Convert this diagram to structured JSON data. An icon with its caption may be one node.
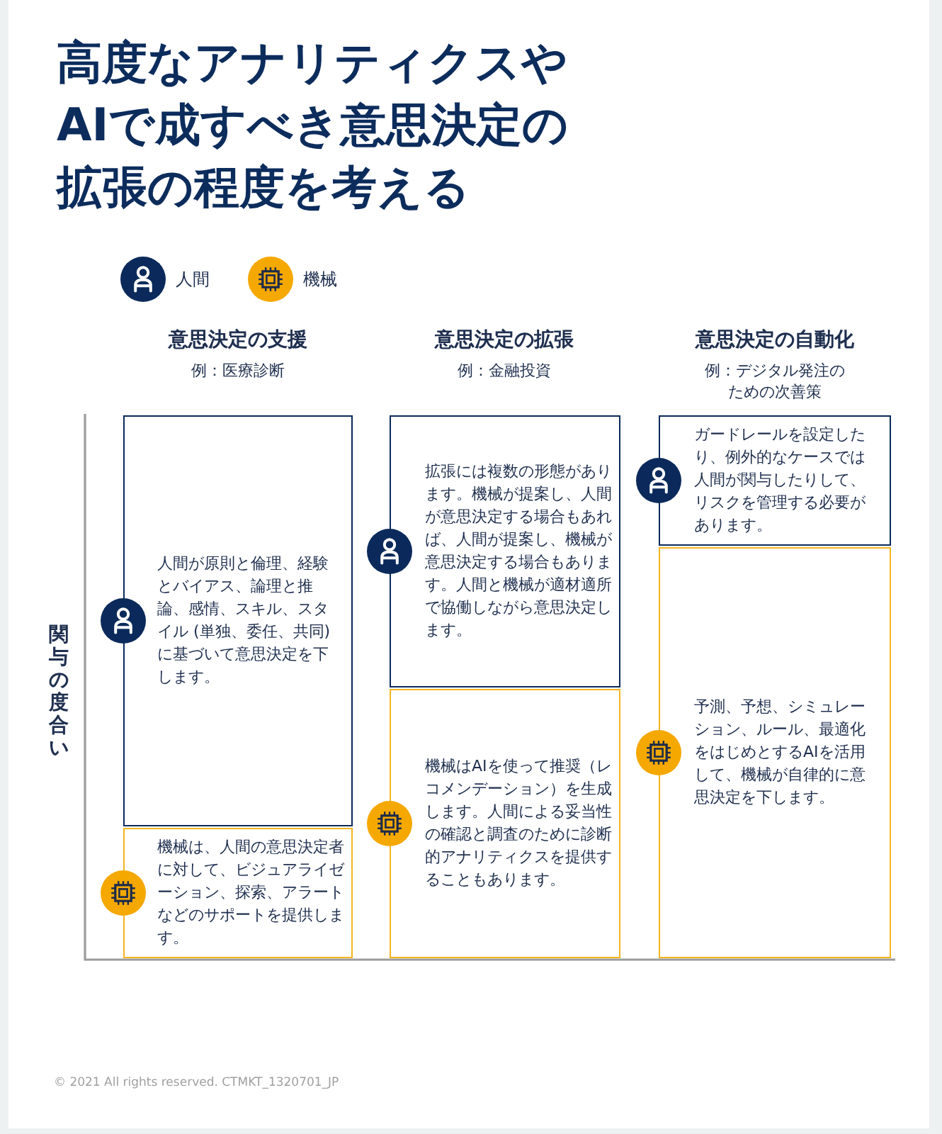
{
  "diagram": {
    "title": "高度なアナリティクスやAIで成すべき意思決定の拡張の程度を考える",
    "nodes": [
      {
        "text": [
          "人間が原則と倫理、経験とバイアス、論理と推論、感情、スキル、スタイル (単独、委任、共同) に基づいて意思決定を下します。"
        ]
      },
      {
        "text": [
          "機械は、人間の意思決定者に対して、ビジュアライゼーション、探索、アラートなどのサポートを提供します。"
        ]
      },
      {
        "text": [
          "拡張には複数の形態があります。機械が提案し、人間が意思決定する場合もあれば、人間が提案し、機械が意思決定する場合もあります。人間と機械が適材適所で協働しながら意思決定します。"
        ]
      },
      {
        "text": [
          "機械はAIを使って推奨（レコメンデーション）を生成します。人間による妥当性の確認と調査のために診断的アナリティクスを提供することもあります。"
        ]
      },
      {
        "text": [
          "ガードレールを設定したり、例外的なケースでは人間が関与したりして、リスクを管理する必要があります。"
        ]
      },
      {
        "text": [
          "予測、予想、シミュレーション、ルール、最適化をはじめとするAIを活用して、機械が自律的に意思決定を下します。"
        ]
      }
    ],
    "labels": [
      "意思決定の支援",
      "例：医療診断",
      "意思決定の拡張",
      "例：金融投資",
      "意思決定の自動化",
      "例：デジタル発注のための次善策",
      "関与の度合い",
      "© 2021 All rights reserved. CTMKT_1320701_JP"
    ],
    "legend": [
      {
        "text": "人間",
        "color": "#0b2a5b"
      },
      {
        "text": "機械",
        "color": "#f5a800"
      }
    ]
  }
}
